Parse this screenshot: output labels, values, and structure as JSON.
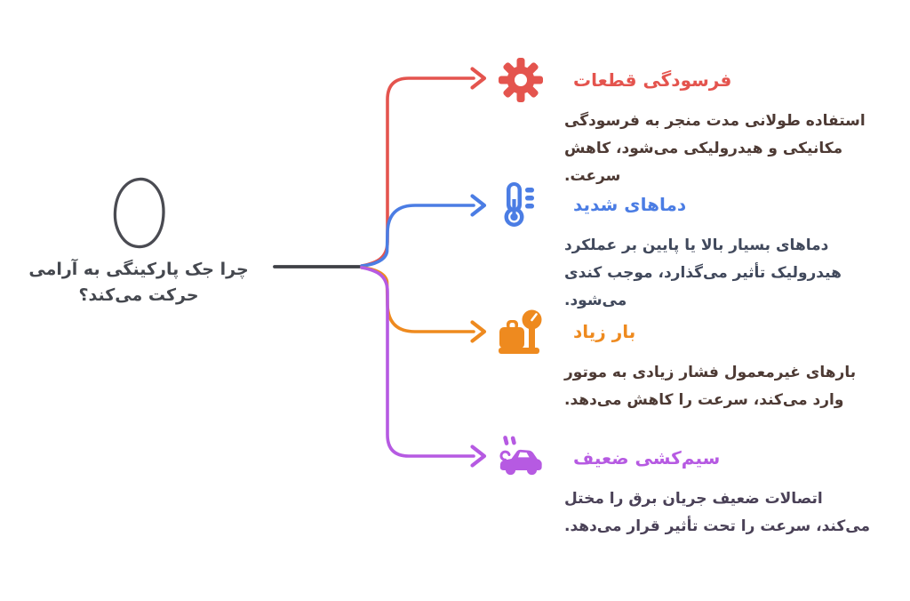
{
  "canvas": {
    "background": "#ffffff"
  },
  "central": {
    "question": "چرا جک پارکینگی به آرامی\nحرکت می‌کند؟",
    "text_color": "#45484f",
    "shape": "hand-drawn-oval",
    "shape_color": "#4a4b52",
    "line_color": "#3e4046"
  },
  "branches": [
    {
      "title": "فرسودگی قطعات",
      "description": "استفاده طولانی مدت منجر به فرسودگی\nمکانیکی و هیدرولیکی می‌شود، کاهش\nسرعت.",
      "color": "#e4544e",
      "desc_color": "#4d3a34",
      "icon": "gear-icon"
    },
    {
      "title": "دماهای شدید",
      "description": "دماهای بسیار بالا یا پایین بر عملکرد\nهیدرولیک تأثیر می‌گذارد، موجب کندی\nمی‌شود.",
      "color": "#4b7de4",
      "desc_color": "#41495c",
      "icon": "thermometer-icon"
    },
    {
      "title": "بار زیاد",
      "description": "بارهای غیرمعمول فشار زیادی به موتور\nوارد می‌کند، سرعت را کاهش می‌دهد.",
      "color": "#ee8a1f",
      "desc_color": "#4d3a34",
      "icon": "weighing-scale-icon"
    },
    {
      "title": "سیم‌کشی ضعیف",
      "description": "اتصالات ضعیف جریان برق را مختل\nمی‌کند، سرعت را تحت تأثیر قرار می‌دهد.",
      "color": "#b65ae2",
      "desc_color": "#4a4157",
      "icon": "broken-car-icon"
    }
  ]
}
